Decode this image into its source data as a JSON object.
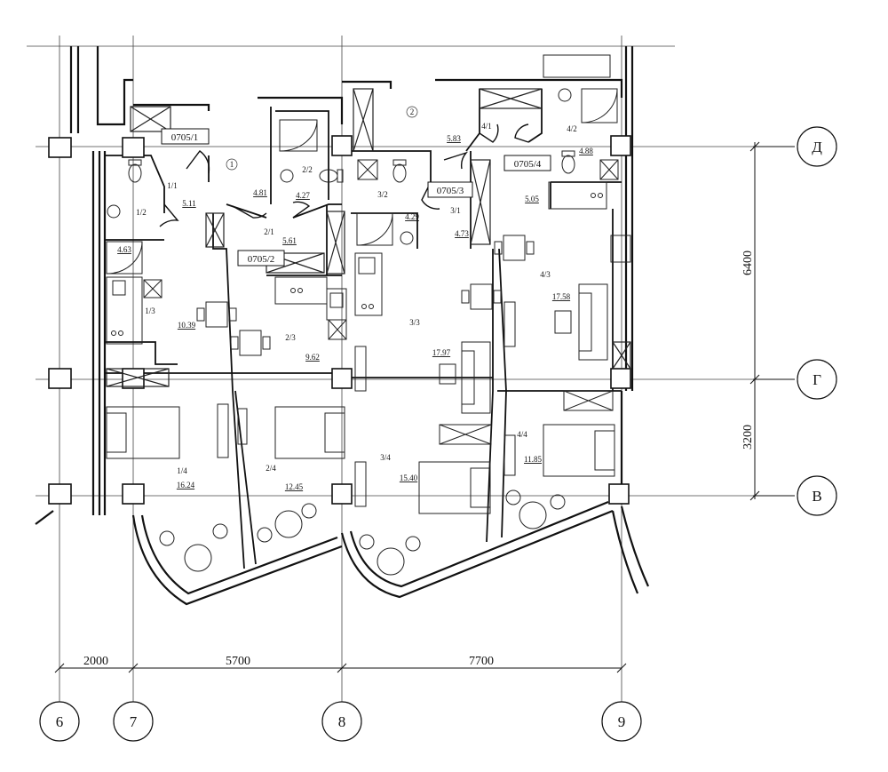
{
  "axes": {
    "vertical": [
      {
        "id": "ax6",
        "label": "6"
      },
      {
        "id": "ax7",
        "label": "7"
      },
      {
        "id": "ax8",
        "label": "8"
      },
      {
        "id": "ax9",
        "label": "9"
      }
    ],
    "horizontal": [
      {
        "id": "axD",
        "label": "Д"
      },
      {
        "id": "axG",
        "label": "Г"
      },
      {
        "id": "axV",
        "label": "В"
      }
    ]
  },
  "dimensions": {
    "bottom": [
      "2000",
      "5700",
      "7700"
    ],
    "right": [
      "6400",
      "3200"
    ]
  },
  "units": [
    {
      "id": "u1",
      "label": "0705/1"
    },
    {
      "id": "u2",
      "label": "0705/2"
    },
    {
      "id": "u3",
      "label": "0705/3"
    },
    {
      "id": "u4",
      "label": "0705/4"
    }
  ],
  "rooms": [
    {
      "id": "r1",
      "code": "1",
      "area": "4.81"
    },
    {
      "id": "r1_1",
      "code": "1/1",
      "area": "5.11"
    },
    {
      "id": "r1_2",
      "code": "1/2",
      "area": "4.63"
    },
    {
      "id": "r1_3",
      "code": "1/3",
      "area": "10.39"
    },
    {
      "id": "r1_4",
      "code": "1/4",
      "area": "16.24"
    },
    {
      "id": "r2_1",
      "code": "2/1",
      "area": "5.61"
    },
    {
      "id": "r2_2",
      "code": "2/2",
      "area": "4.27"
    },
    {
      "id": "r2_3",
      "code": "2/3",
      "area": "9.62"
    },
    {
      "id": "r2_4",
      "code": "2/4",
      "area": "12.45"
    },
    {
      "id": "r2",
      "code": "2",
      "area": "5.83"
    },
    {
      "id": "r3_1",
      "code": "3/1",
      "area": "4.73"
    },
    {
      "id": "r3_2",
      "code": "3/2",
      "area": "4.29"
    },
    {
      "id": "r3_3",
      "code": "3/3",
      "area": "17.97"
    },
    {
      "id": "r3_4",
      "code": "3/4",
      "area": "15.40"
    },
    {
      "id": "r4_1",
      "code": "4/1",
      "area": "5.05"
    },
    {
      "id": "r4_2",
      "code": "4/2",
      "area": "4.88"
    },
    {
      "id": "r4_3",
      "code": "4/3",
      "area": "17.58"
    },
    {
      "id": "r4_4",
      "code": "4/4",
      "area": "11.85"
    }
  ]
}
